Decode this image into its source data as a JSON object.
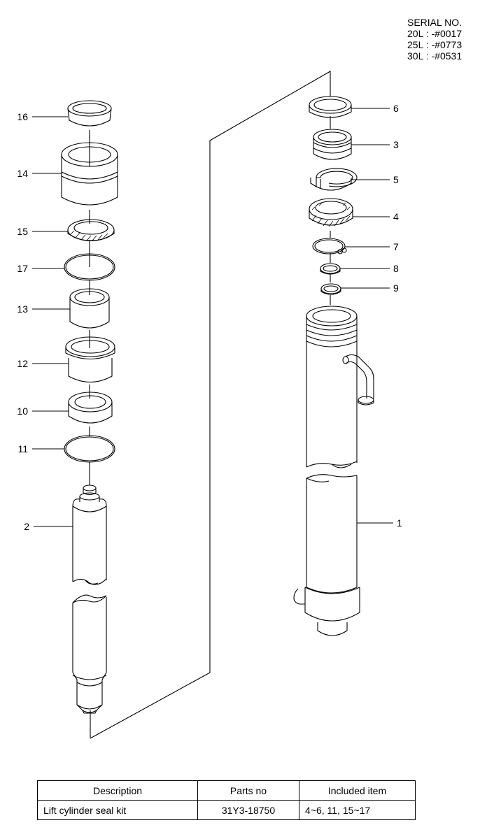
{
  "serial": {
    "title": "SERIAL NO.",
    "lines": [
      "20L : -#0017",
      "25L : -#0773",
      "30L : -#0531"
    ]
  },
  "callouts": [
    "16",
    "14",
    "15",
    "17",
    "13",
    "12",
    "10",
    "11",
    "2",
    "6",
    "3",
    "5",
    "4",
    "7",
    "8",
    "9",
    "1"
  ],
  "table": {
    "headers": [
      "Description",
      "Parts no",
      "Included item"
    ],
    "rows": [
      [
        "Lift cylinder seal kit",
        "31Y3-18750",
        "4~6, 11, 15~17"
      ]
    ]
  }
}
